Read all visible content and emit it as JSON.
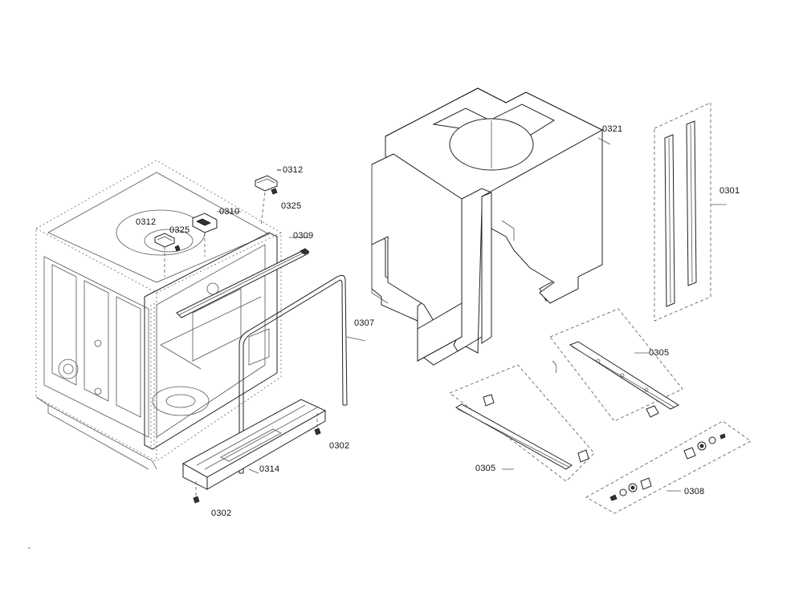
{
  "labels": {
    "p0312_top": "0312",
    "p0325_top": "0325",
    "p0312_left": "0312",
    "p0325_left": "0325",
    "p0310": "0310",
    "p0309": "0309",
    "p0307": "0307",
    "p0302_right": "0302",
    "p0314": "0314",
    "p0302_bottom": "0302",
    "p0321": "0321",
    "p0301": "0301",
    "p0305_right": "0305",
    "p0305_left": "0305",
    "p0308": "0308"
  }
}
